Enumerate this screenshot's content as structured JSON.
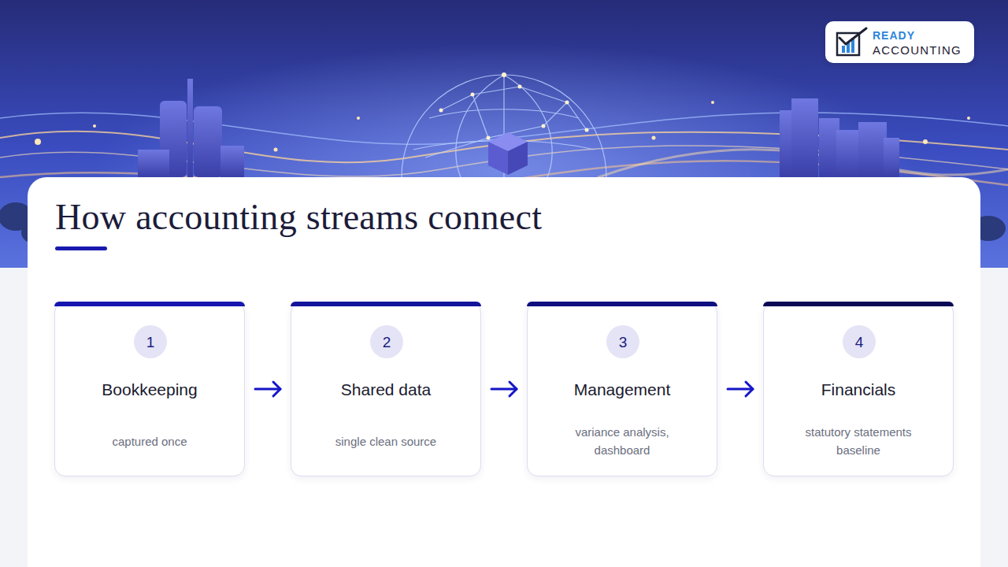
{
  "diagram": {
    "title": "How accounting streams connect",
    "nodes": [
      {
        "text": [
          "Bookkeeping",
          "captured once"
        ]
      },
      {
        "text": [
          "1"
        ],
        "in": 0
      },
      {
        "text": [
          "Shared data",
          "single clean source"
        ]
      },
      {
        "text": [
          "2"
        ],
        "in": 2
      },
      {
        "text": [
          "Management",
          "variance analysis, dashboard"
        ]
      },
      {
        "text": [
          "3"
        ],
        "in": 4
      },
      {
        "text": [
          "Financials",
          "statutory statements baseline"
        ]
      },
      {
        "text": [
          "4"
        ],
        "in": 6
      }
    ],
    "edges": [
      {
        "from": 0,
        "to": 2,
        "arrow": "to"
      },
      {
        "from": 2,
        "to": 4,
        "arrow": "to"
      },
      {
        "from": 4,
        "to": 6,
        "arrow": "to"
      }
    ],
    "labels": [
      "READY",
      "ACCOUNTING"
    ]
  }
}
